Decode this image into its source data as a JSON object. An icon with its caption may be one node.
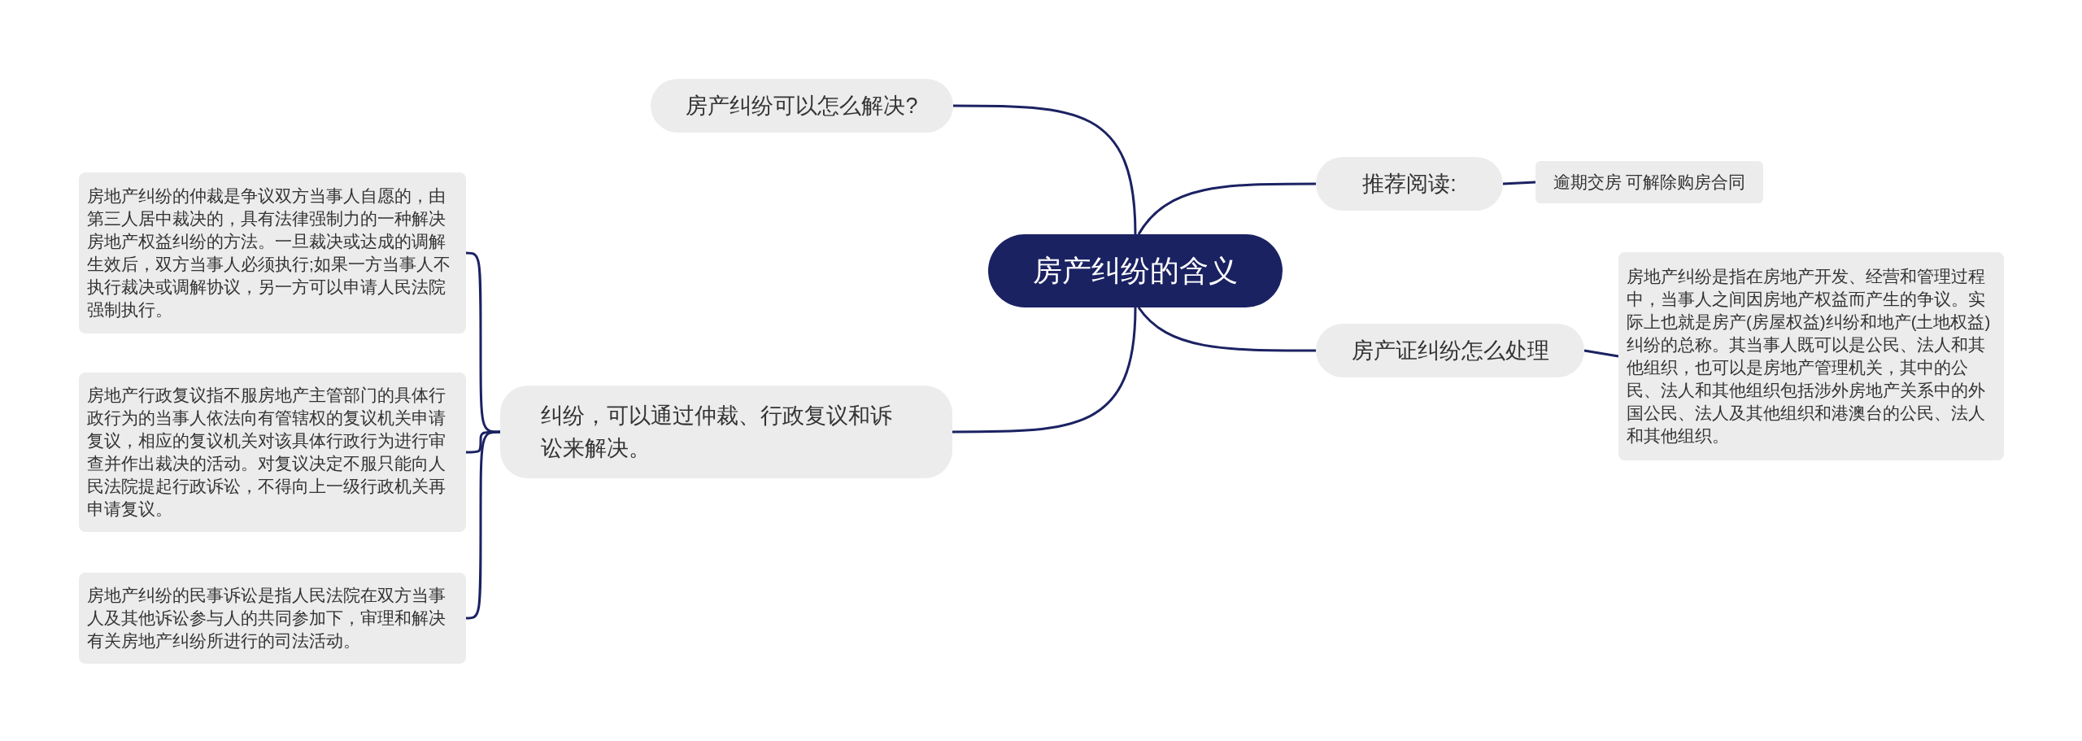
{
  "diagram": {
    "nodes": [
      {
        "text": [
          "房产纠纷的含义"
        ]
      },
      {
        "text": [
          "房产纠纷可以怎么解决?"
        ]
      },
      {
        "text": [
          "推荐阅读:"
        ]
      },
      {
        "text": [
          "逾期交房 可解除购房合同"
        ]
      },
      {
        "text": [
          "房产证纠纷怎么处理"
        ]
      },
      {
        "text": [
          "房地产纠纷是指在房地产开发、经营和管理过程中，当事人之间因房地产权益而产生的争议。实际上也就是房产(房屋权益)纠纷和地产(土地权益)纠纷的总称。其当事人既可以是公民、法人和其他组织，也可以是房地产管理机关，其中的公民、法人和其他组织包括涉外房地产关系中的外国公民、法人及其他组织和港澳台的公民、法人和其他组织。"
        ]
      },
      {
        "text": [
          "纠纷，可以通过仲裁、行政复议和诉讼来解决。"
        ]
      },
      {
        "text": [
          "房地产纠纷的仲裁是争议双方当事人自愿的，由第三人居中裁决的，具有法律强制力的一种解决房地产权益纠纷的方法。一旦裁决或达成的调解生效后，双方当事人必须执行;如果一方当事人不执行裁决或调解协议，另一方可以申请人民法院强制执行。"
        ]
      },
      {
        "text": [
          "房地产行政复议指不服房地产主管部门的具体行政行为的当事人依法向有管辖权的复议机关申请复议，相应的复议机关对该具体行政行为进行审查并作出裁决的活动。对复议决定不服只能向人民法院提起行政诉讼，不得向上一级行政机关再申请复议。"
        ]
      },
      {
        "text": [
          "房地产纠纷的民事诉讼是指人民法院在双方当事人及其他诉讼参与人的共同参加下，审理和解决有关房地产纠纷所进行的司法活动。"
        ]
      }
    ],
    "edges": [
      {
        "from": 0,
        "to": 1,
        "arrow": "none"
      },
      {
        "from": 0,
        "to": 2,
        "arrow": "none"
      },
      {
        "from": 2,
        "to": 3,
        "arrow": "none"
      },
      {
        "from": 0,
        "to": 4,
        "arrow": "none"
      },
      {
        "from": 4,
        "to": 5,
        "arrow": "none"
      },
      {
        "from": 0,
        "to": 6,
        "arrow": "none"
      },
      {
        "from": 6,
        "to": 7,
        "arrow": "none"
      },
      {
        "from": 6,
        "to": 8,
        "arrow": "none"
      },
      {
        "from": 6,
        "to": 9,
        "arrow": "none"
      }
    ]
  }
}
